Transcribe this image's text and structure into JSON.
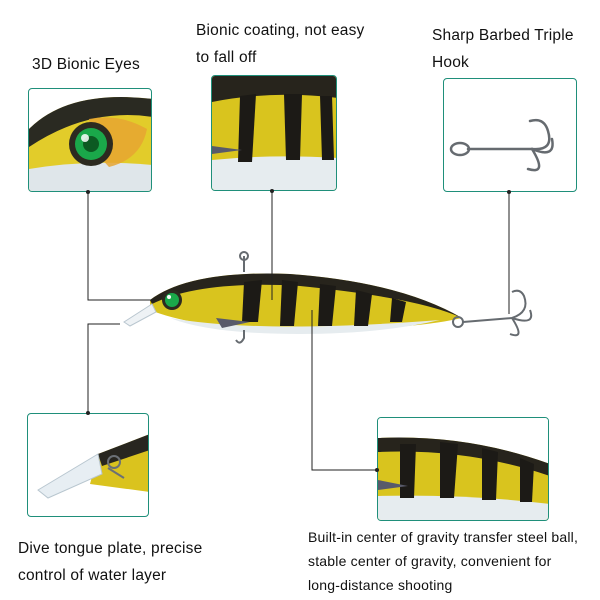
{
  "features": {
    "eyes": {
      "label": "3D Bionic Eyes"
    },
    "coating": {
      "label": "Bionic coating, not easy\nto fall off"
    },
    "hook": {
      "label": "Sharp Barbed Triple\nHook"
    },
    "tongue": {
      "label": "Dive tongue plate, precise\ncontrol of water layer"
    },
    "gravity": {
      "label": "Built-in center of gravity transfer steel ball,\nstable center of gravity, convenient for\nlong-distance shooting"
    }
  },
  "colors": {
    "card_border": "#1f8f7a",
    "leader_line": "#222222",
    "lure_yellow": "#d8c21c",
    "lure_stripe": "#1c1a16",
    "lure_belly": "#e9eef2"
  }
}
